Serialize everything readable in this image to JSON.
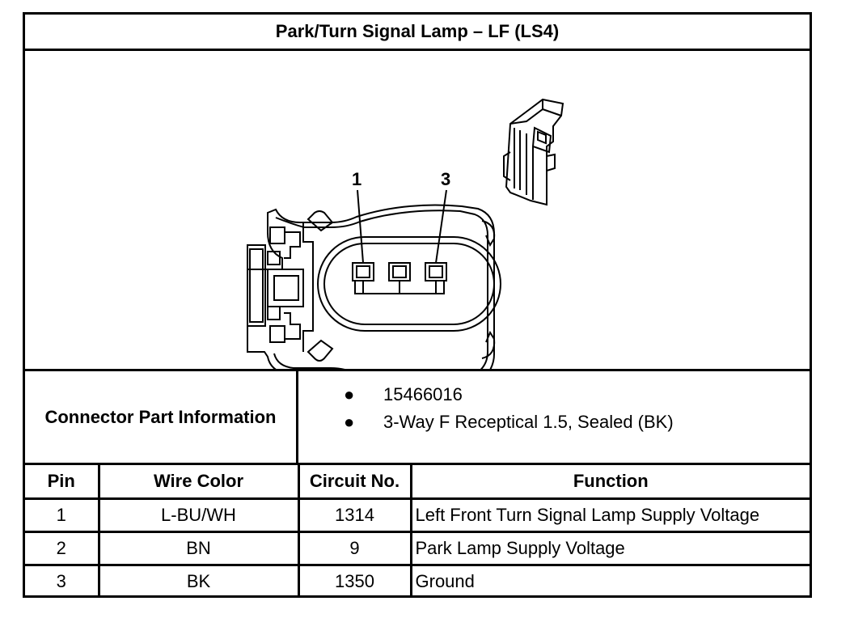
{
  "title": "Park/Turn Signal Lamp – LF (LS4)",
  "diagram": {
    "pin_labels": [
      "1",
      "3"
    ]
  },
  "connector_info": {
    "label": "Connector Part Information",
    "items": [
      "15466016",
      "3-Way F Receptical 1.5, Sealed (BK)"
    ]
  },
  "pin_table": {
    "headers": [
      "Pin",
      "Wire Color",
      "Circuit No.",
      "Function"
    ],
    "rows": [
      {
        "pin": "1",
        "wire_color": "L-BU/WH",
        "circuit": "1314",
        "function": "Left Front Turn Signal Lamp Supply Voltage"
      },
      {
        "pin": "2",
        "wire_color": "BN",
        "circuit": "9",
        "function": "Park Lamp Supply Voltage"
      },
      {
        "pin": "3",
        "wire_color": "BK",
        "circuit": "1350",
        "function": "Ground"
      }
    ]
  }
}
